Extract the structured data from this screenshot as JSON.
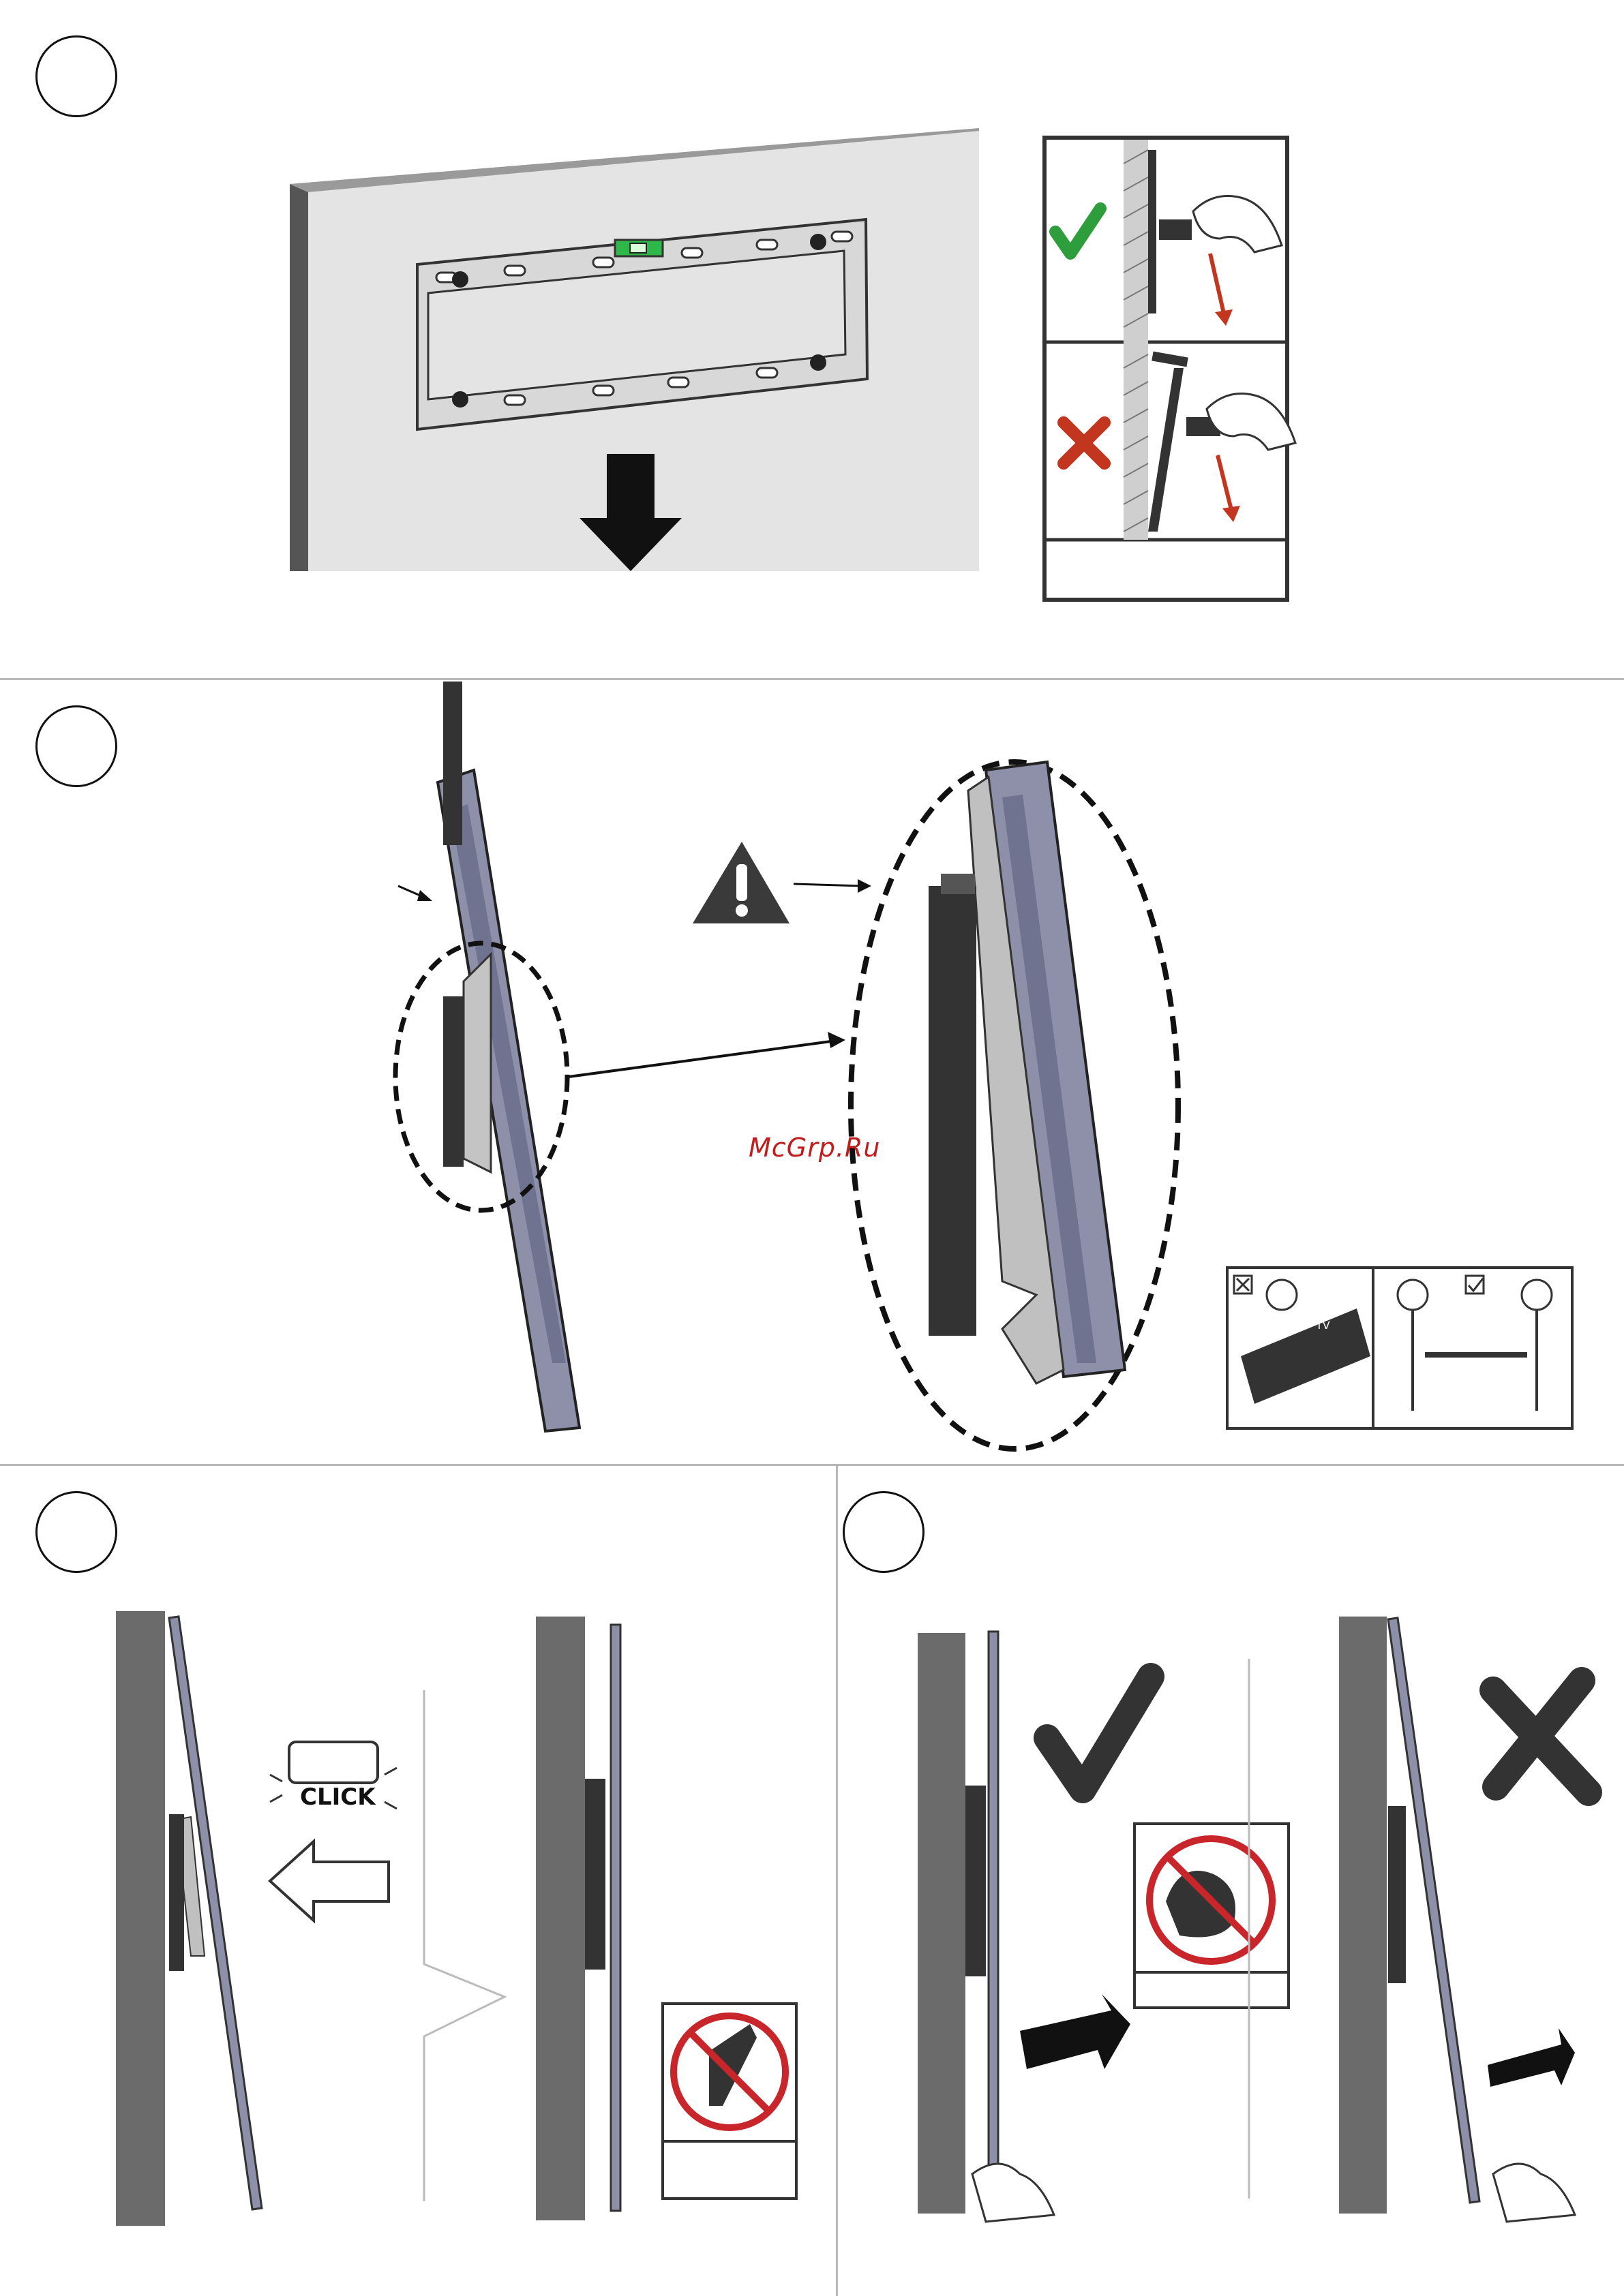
{
  "steps": [
    {
      "id": "step-1"
    },
    {
      "id": "step-2"
    },
    {
      "id": "step-3"
    },
    {
      "id": "step-4"
    }
  ],
  "watermark": "McGrp.Ru",
  "click_label": "CLICK",
  "tv_label": "TV",
  "colors": {
    "wall": "#e4e4e4",
    "wall_edge": "#555555",
    "bracket": "#cfcfcf",
    "tv_panel": "#8d90a8",
    "dark_gray": "#6b6b6b",
    "check_green": "#2e9e3c",
    "cross_red": "#c2351f",
    "prohibit_red": "#c8262a",
    "arrow_black": "#111111"
  },
  "icons": [
    "level-icon",
    "check-icon",
    "cross-icon",
    "warning-icon",
    "prohibition-icon",
    "hand-icon",
    "arrow-icon"
  ]
}
